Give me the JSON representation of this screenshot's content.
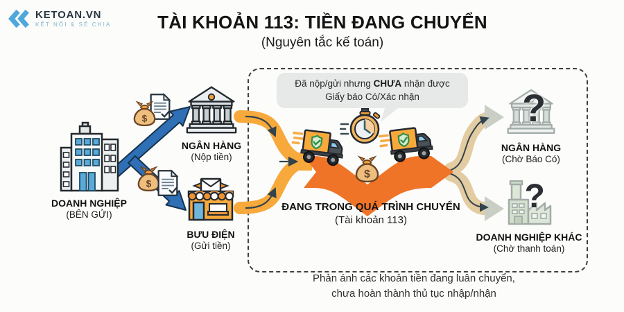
{
  "logo": {
    "brand": "KETOAN.VN",
    "tagline": "KẾT NỐI & SẺ CHIA"
  },
  "header": {
    "title": "TÀI KHOẢN 113: TIỀN ĐANG CHUYỂN",
    "subtitle": "(Nguyên tắc kế toán)"
  },
  "nodes": {
    "sender": {
      "label": "DOANH NGHIỆP",
      "sublabel": "(BÊN GỬI)"
    },
    "bank_in": {
      "label": "NGÂN HÀNG",
      "sublabel": "(Nộp tiền)"
    },
    "post_office": {
      "label": "BƯU ĐIỆN",
      "sublabel": "(Gửi tiền)"
    },
    "bank_wait": {
      "label": "NGÂN HÀNG",
      "sublabel": "(Chờ Báo Có)",
      "mark": "?"
    },
    "other_company": {
      "label": "DOANH NGHIỆP KHÁC",
      "sublabel": "(Chờ thanh toán)",
      "mark": "?"
    }
  },
  "transit": {
    "callout": {
      "pre": "Đã nộp/gửi nhưng",
      "bold": "CHƯA",
      "post": "nhận được",
      "line2": "Giấy báo Có/Xác nhận"
    },
    "label": "ĐANG TRONG QUÁ TRÌNH CHUYỂN",
    "sublabel": "(Tài khoản 113)",
    "money_symbol": "$"
  },
  "footer": {
    "line1": "Phản ánh các khoản tiền đang luân chuyển,",
    "line2": "chưa hoàn thành thủ tục nhập/nhận"
  },
  "colors": {
    "flow_orange": "#F7A93C",
    "ribbon_orange": "#EF7428",
    "arrow_blue": "#2E6FB5",
    "pending_tan": "#E3CCA1",
    "pending_gray": "#C9CFC5",
    "bubble_gray": "#E7E9E9",
    "logo_blue": "#4FA8DC"
  }
}
